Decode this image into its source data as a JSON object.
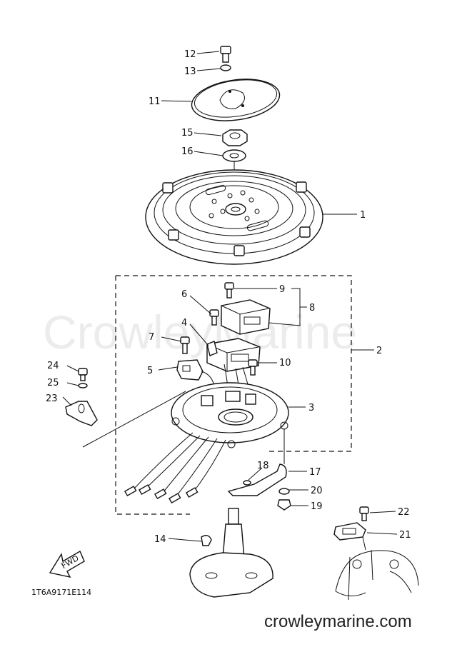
{
  "watermark": "CrowleyMarine",
  "site": "crowleymarine.com",
  "drawing_code": "1T6A9171E114",
  "fwd_badge": "FWD",
  "labels": {
    "p1": "1",
    "p2": "2",
    "p3": "3",
    "p4": "4",
    "p5": "5",
    "p6": "6",
    "p7": "7",
    "p8": "8",
    "p9": "9",
    "p10": "10",
    "p11": "11",
    "p12": "12",
    "p13": "13",
    "p14": "14",
    "p15": "15",
    "p16": "16",
    "p17": "17",
    "p18": "18",
    "p19": "19",
    "p20": "20",
    "p21": "21",
    "p22": "22",
    "p23": "23",
    "p24": "24",
    "p25": "25"
  }
}
